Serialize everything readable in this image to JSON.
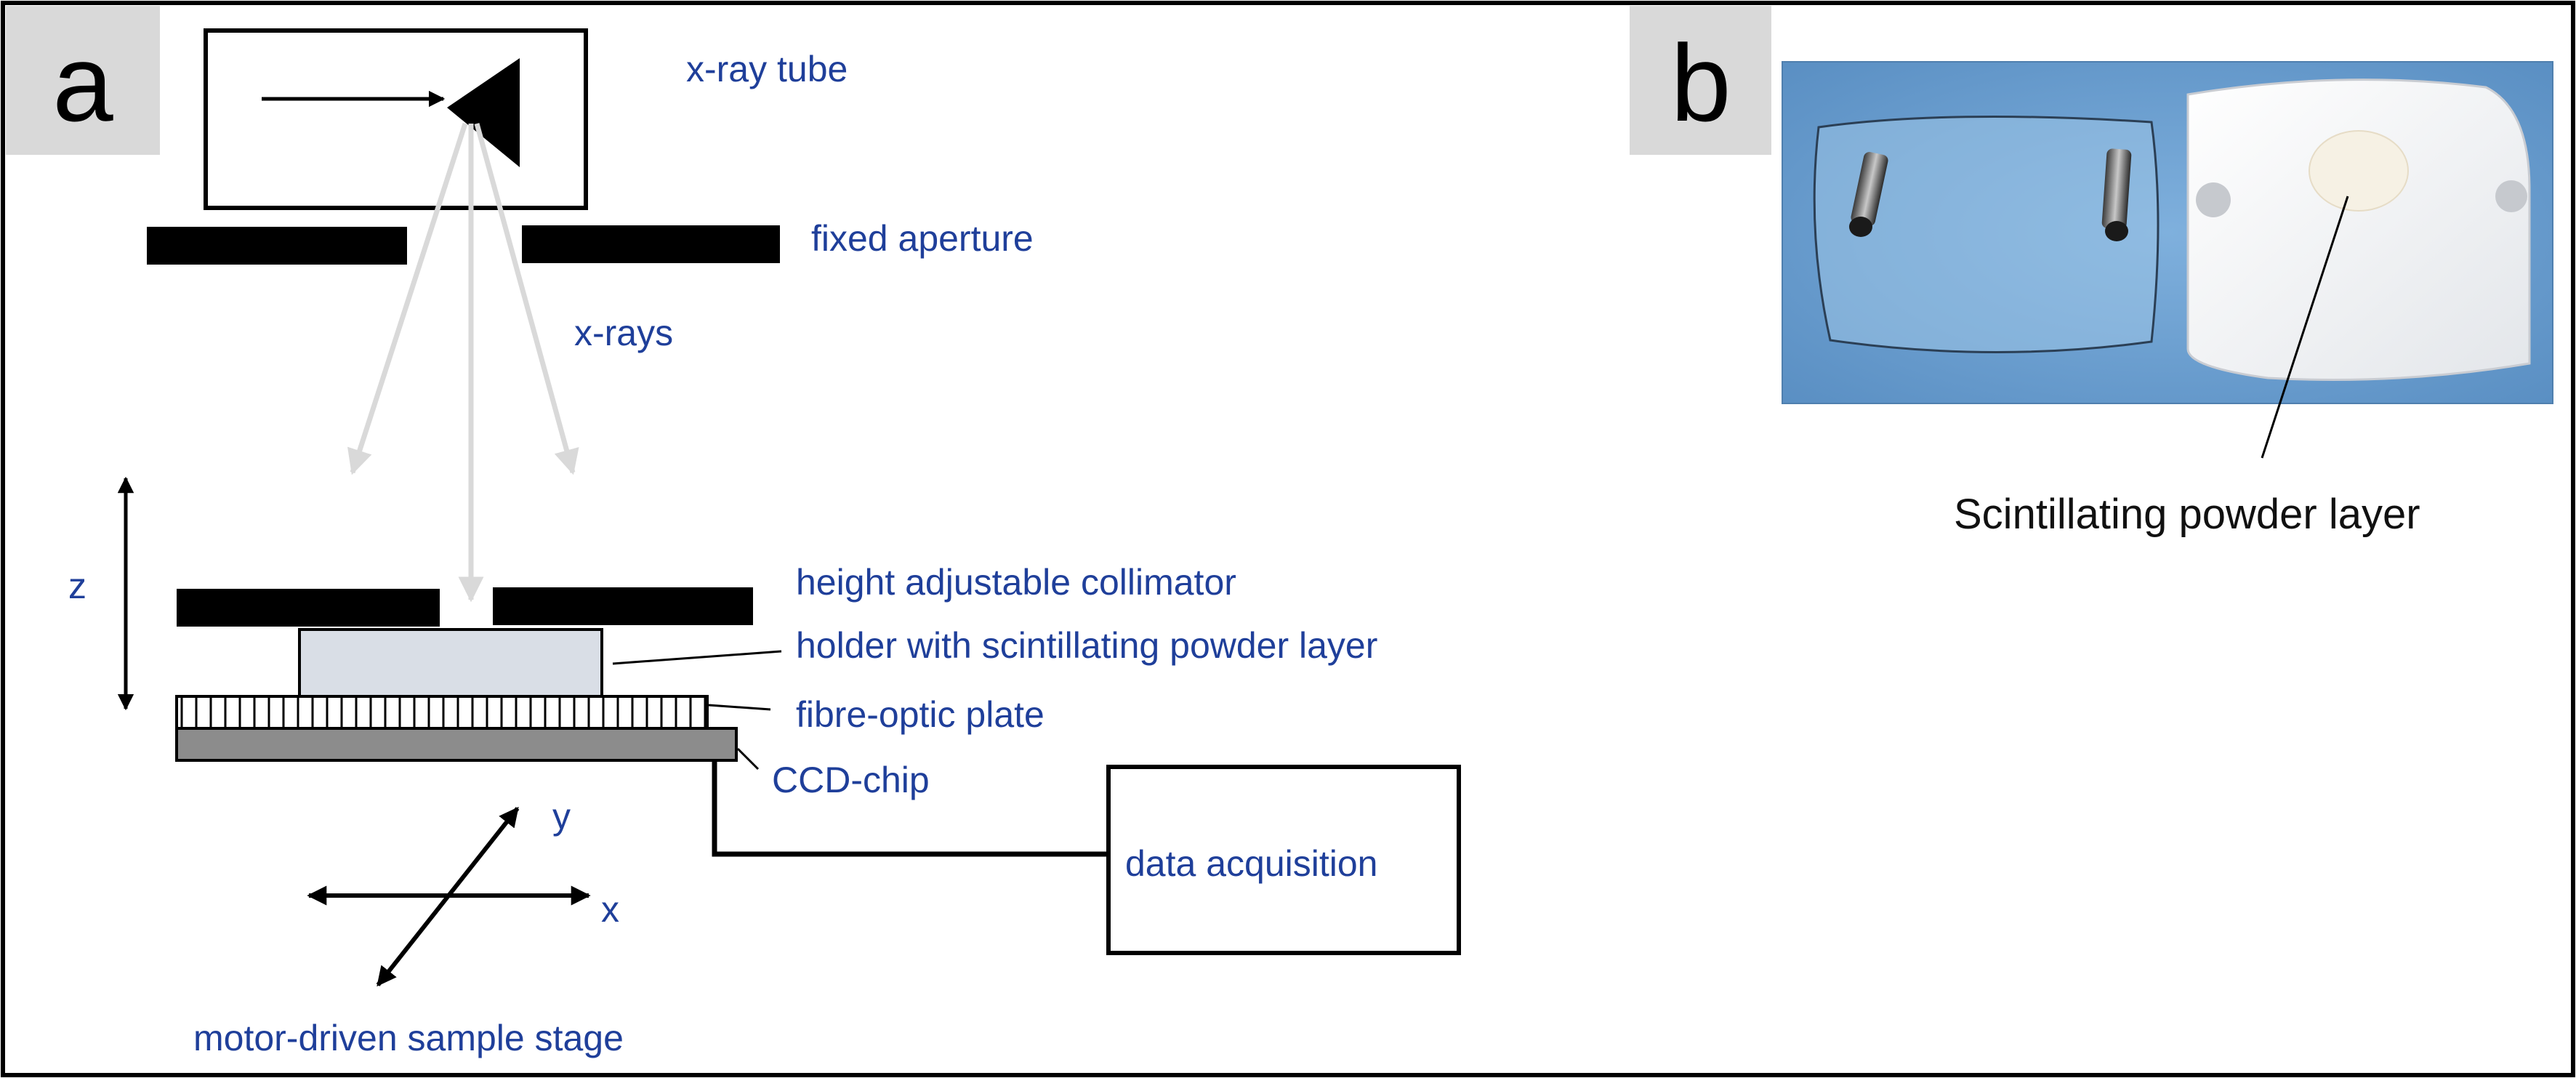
{
  "panels": {
    "a": {
      "letter": "a",
      "labels": {
        "xray_tube": "x-ray tube",
        "fixed_aperture": "fixed aperture",
        "xrays": "x-rays",
        "z_axis": "z",
        "collimator": "height adjustable collimator",
        "holder": "holder with scintillating powder layer",
        "fibre_optic": "fibre-optic plate",
        "ccd": "CCD-chip",
        "data_acquisition": "data acquisition",
        "y_axis": "y",
        "x_axis": "x",
        "sample_stage": "motor-driven sample stage"
      }
    },
    "b": {
      "letter": "b",
      "labels": {
        "scintillating_layer": "Scintillating powder layer"
      }
    }
  },
  "colors": {
    "label_blue": "#1f3f9a",
    "xray_beam": "#d9d9d9",
    "holder_fill": "#d9dee6",
    "ccd_fill": "#8c8c8c",
    "letter_bg": "#d9d9d9",
    "photo_bg": "#6b9dcf"
  }
}
